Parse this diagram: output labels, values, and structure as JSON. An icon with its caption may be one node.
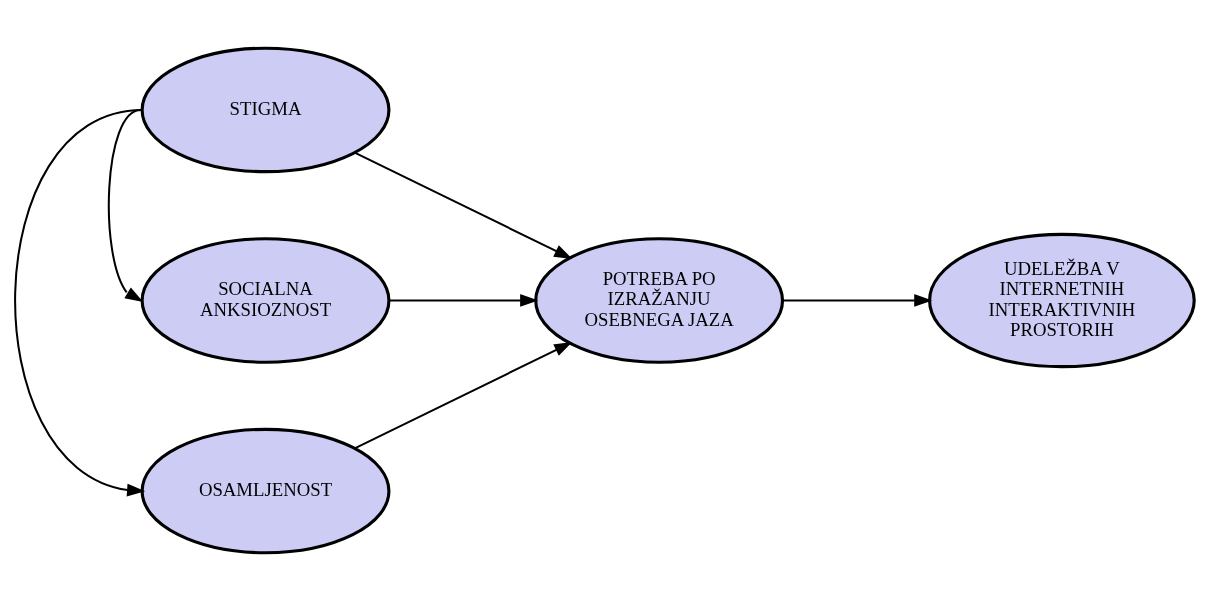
{
  "diagram": {
    "nodes": [
      {
        "text": [
          "OSAMLJENOST"
        ]
      },
      {
        "text": [
          "SOCIALNA ANKSIOZNOST"
        ]
      },
      {
        "text": [
          "STIGMA"
        ]
      },
      {
        "text": [
          "POTREBA PO IZRAŽANJU OSEBNEGA JAZA"
        ]
      },
      {
        "text": [
          "UDELEŽBA V INTERNETNIH INTERAKTIVNIH PROSTORIH"
        ]
      }
    ],
    "edges": [
      {
        "from": 0,
        "to": 3,
        "arrow": "to"
      },
      {
        "from": 1,
        "to": 3,
        "arrow": "to"
      },
      {
        "from": 2,
        "to": 3,
        "arrow": "to"
      },
      {
        "from": 3,
        "to": 4,
        "arrow": "to"
      },
      {
        "from": 2,
        "to": 0,
        "arrow": "to"
      },
      {
        "from": 2,
        "to": 1,
        "arrow": "to"
      }
    ]
  }
}
